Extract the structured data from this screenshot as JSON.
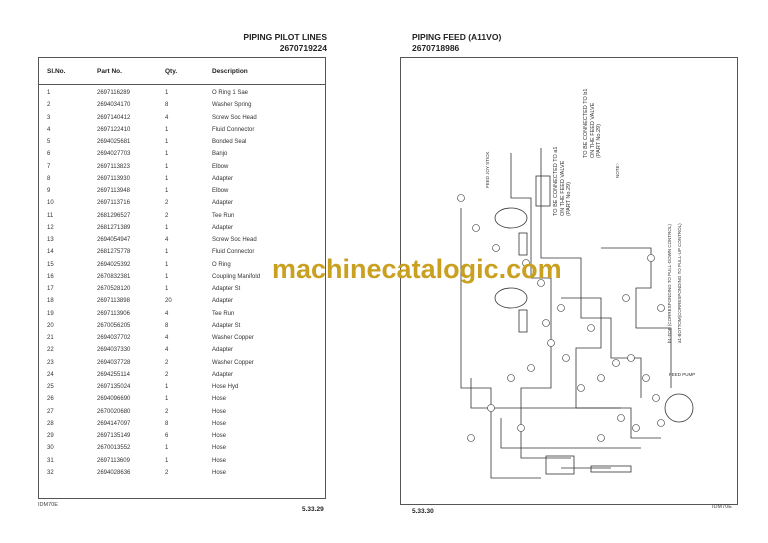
{
  "left_page": {
    "title": "PIPING  PILOT LINES",
    "subtitle": "2670719224",
    "columns": [
      "Sl.No.",
      "Part No.",
      "Qty.",
      "Description"
    ],
    "rows": [
      [
        "1",
        "2697116289",
        "1",
        "O Ring 1 Sae"
      ],
      [
        "2",
        "2694034170",
        "8",
        "Washer Spring"
      ],
      [
        "3",
        "2697140412",
        "4",
        "Screw Soc Head"
      ],
      [
        "4",
        "2697122410",
        "1",
        "Fluid Connector"
      ],
      [
        "5",
        "2694025681",
        "1",
        "Bonded Seal"
      ],
      [
        "6",
        "2694027703",
        "1",
        "Banjo"
      ],
      [
        "7",
        "2697113823",
        "1",
        "Elbow"
      ],
      [
        "8",
        "2697113930",
        "1",
        "Adapter"
      ],
      [
        "9",
        "2697113948",
        "1",
        "Elbow"
      ],
      [
        "10",
        "2697113716",
        "2",
        "Adapter"
      ],
      [
        "11",
        "2681296527",
        "2",
        "Tee Run"
      ],
      [
        "12",
        "2681271389",
        "1",
        "Adapter"
      ],
      [
        "13",
        "2694054947",
        "4",
        "Screw Soc Head"
      ],
      [
        "14",
        "2681275778",
        "1",
        "Fluid Connector"
      ],
      [
        "15",
        "2694025392",
        "1",
        "O Ring"
      ],
      [
        "16",
        "2670832381",
        "1",
        "Coupling Manifold"
      ],
      [
        "17",
        "2670528120",
        "1",
        "Adapter St"
      ],
      [
        "18",
        "2697113898",
        "20",
        "Adapter"
      ],
      [
        "19",
        "2697113906",
        "4",
        "Tee Run"
      ],
      [
        "20",
        "2670056205",
        "8",
        "Adapter St"
      ],
      [
        "21",
        "2694037702",
        "4",
        "Washer Copper"
      ],
      [
        "22",
        "2694037330",
        "4",
        "Adapter"
      ],
      [
        "23",
        "2694037728",
        "2",
        "Washer Copper"
      ],
      [
        "24",
        "2694255114",
        "2",
        "Adapter"
      ],
      [
        "25",
        "2697135024",
        "1",
        "Hose Hyd"
      ],
      [
        "26",
        "2694096690",
        "1",
        "Hose"
      ],
      [
        "27",
        "2670020680",
        "2",
        "Hose"
      ],
      [
        "28",
        "2694147097",
        "8",
        "Hose"
      ],
      [
        "29",
        "2697135149",
        "6",
        "Hose"
      ],
      [
        "30",
        "2670013552",
        "1",
        "Hose"
      ],
      [
        "31",
        "2697113609",
        "1",
        "Hose"
      ],
      [
        "32",
        "2694028636",
        "2",
        "Hose"
      ]
    ],
    "doc_code": "IDM70E",
    "page_number": "5.33.29"
  },
  "right_page": {
    "title": "PIPING FEED (A11VO)",
    "subtitle": "2670718986",
    "diagram_labels": {
      "joystick": "FEED JOY STICK",
      "b1_conn": "TO BE CONNECTED TO b1 ON THE FEED VALVE (PART No.29)",
      "a1_conn": "TO BE CONNECTED TO a1 ON THE FEED VALVE (PART No.29)",
      "note": "NOTE:-",
      "b1_legend": "b1-TOP (CORRESPONDING TO PULL-DOWN CONTROL)",
      "a1_legend": "a1-BOTTOM(CORRESPONDING TO PULL-UP CONTROL)",
      "pump": "FEED PUMP"
    },
    "doc_code": "IDM70E",
    "page_number": "5.33.30"
  },
  "watermark": "machinecatalogic.com",
  "colors": {
    "watermark": "#c9a020",
    "border": "#555555"
  }
}
